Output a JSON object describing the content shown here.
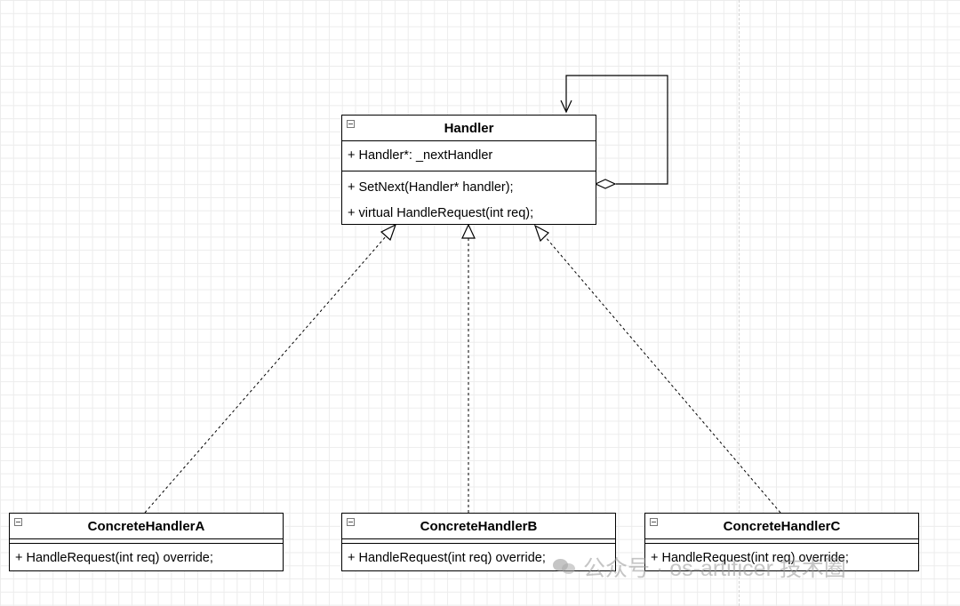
{
  "classes": {
    "handler": {
      "name": "Handler",
      "attributes": [
        "+ Handler*: _nextHandler"
      ],
      "methods": [
        "+ SetNext(Handler* handler);",
        "+ virtual HandleRequest(int req);"
      ]
    },
    "concrete_a": {
      "name": "ConcreteHandlerA",
      "methods": [
        "+ HandleRequest(int req) override;"
      ]
    },
    "concrete_b": {
      "name": "ConcreteHandlerB",
      "methods": [
        "+ HandleRequest(int req) override;"
      ]
    },
    "concrete_c": {
      "name": "ConcreteHandlerC",
      "methods": [
        "+ HandleRequest(int req) override;"
      ]
    }
  },
  "relations": {
    "self_aggregation": "Handler → Handler (aggregation, _nextHandler)",
    "realizations": [
      "ConcreteHandlerA → Handler",
      "ConcreteHandlerB → Handler",
      "ConcreteHandlerC → Handler"
    ]
  },
  "watermark": "公众号 · os-artificer 技术圈",
  "colors": {
    "line": "#000000",
    "grid": "#ececec",
    "watermark": "#969696"
  }
}
